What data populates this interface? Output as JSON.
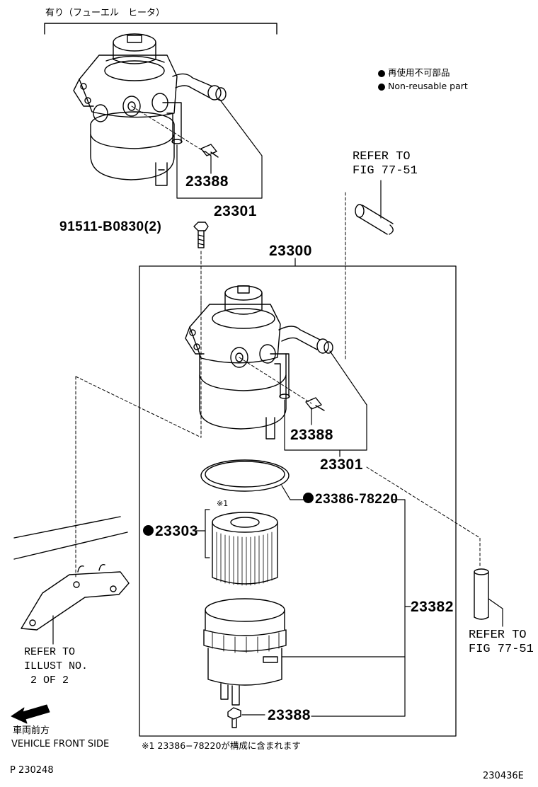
{
  "labels": {
    "heater_variant": "有り（フューエル　ヒータ）",
    "legend_jp": "再使用不可部品",
    "legend_en": "Non-reusable part",
    "refer_top_1": "REFER TO",
    "refer_top_2": "FIG 77-51",
    "refer_right_1": "REFER TO",
    "refer_right_2": "FIG 77-51",
    "refer_illust_1": "REFER TO",
    "refer_illust_2": "ILLUST NO.",
    "refer_illust_3": " 2 OF 2",
    "front_jp": "車両前方",
    "front_en": "VEHICLE FRONT SIDE",
    "footnote": "※1 23386−78220が構成に含まれます",
    "footnote_marker": "※1",
    "page_code": "P 230248",
    "figure_code": "230436E"
  },
  "parts": {
    "p23388_top": "23388",
    "p23301_top": "23301",
    "p91511": "91511-B0830(2)",
    "p23300": "23300",
    "p23388_mid": "23388",
    "p23301_mid": "23301",
    "p23386": "23386-78220",
    "p23303": "23303",
    "p23382": "23382",
    "p23388_bot": "23388"
  },
  "icons": {
    "non_reusable_marker": "filled-circle",
    "front_direction": "arrow-left-icon"
  }
}
